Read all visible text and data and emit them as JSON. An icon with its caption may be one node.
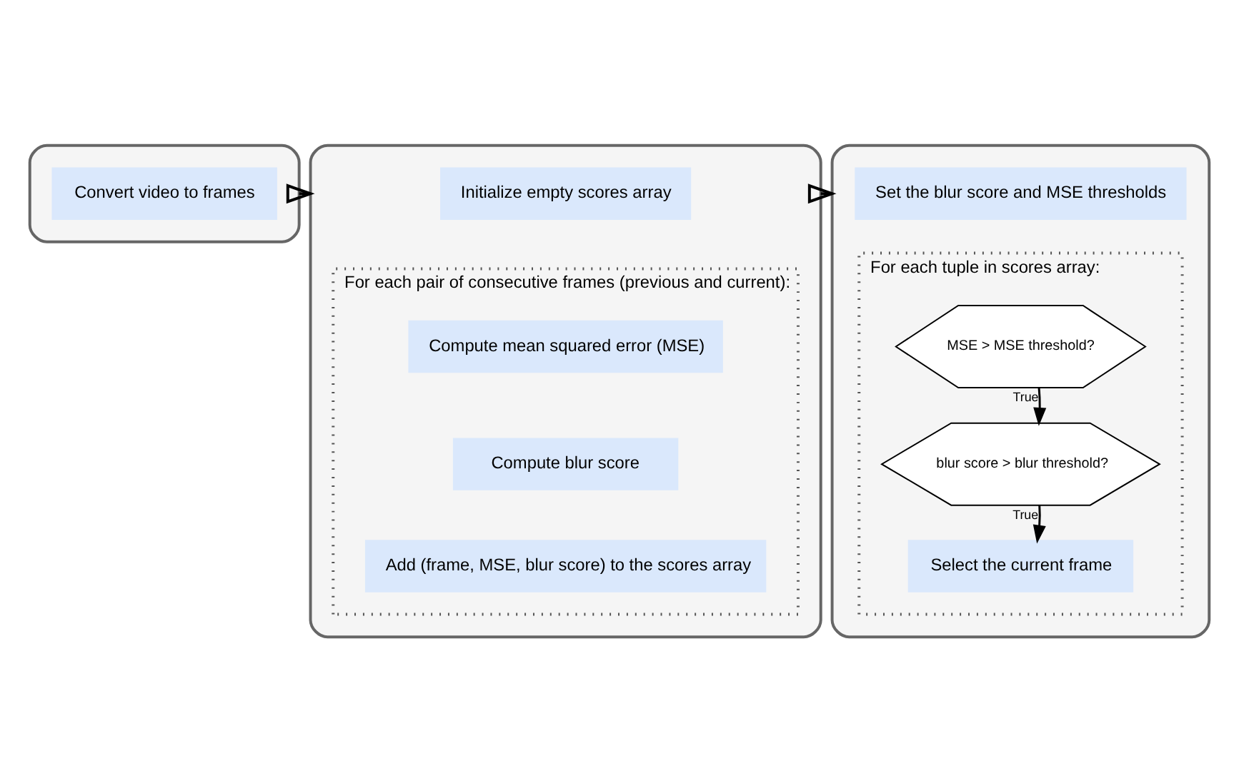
{
  "diagram": {
    "nodes": [
      {
        "text": [],
        "shape": "box"
      },
      {
        "text": [
          "Convert video to frames"
        ],
        "in": 0
      },
      {
        "text": [],
        "shape": "box"
      },
      {
        "text": [
          "Initialize empty *scores* array"
        ],
        "in": 2
      },
      {
        "text": [
          "For each pair of consecutive frames (previous and current):"
        ],
        "in": 2
      },
      {
        "text": [
          "Compute mean squared error (*MSE*)"
        ],
        "in": 4
      },
      {
        "text": [
          "Compute *blur score*"
        ],
        "in": 4
      },
      {
        "text": [
          "Add (*frame*, MSE, *blur score*) to the *scores array*"
        ],
        "in": 4
      },
      {
        "text": [],
        "shape": "box"
      },
      {
        "text": [
          "Set the *blur score* and *MSE* thresholds"
        ],
        "in": 8
      },
      {
        "text": [
          "For each tuple in *scores array*:"
        ],
        "in": 8
      },
      {
        "text": [
          "MSE > MSE threshold?"
        ],
        "in": 10
      },
      {
        "text": [
          "*blur score* > blur threshold?"
        ],
        "in": 10
      },
      {
        "text": [
          "Select the current frame"
        ],
        "in": 10
      }
    ],
    "edges": [
      {
        "from": 0,
        "to": 2,
        "arrow": "to"
      },
      {
        "from": 2,
        "to": 8,
        "arrow": "to"
      },
      {
        "from": 11,
        "to": 12,
        "arrow": "to",
        "label": "True"
      },
      {
        "from": 12,
        "to": 13,
        "arrow": "to",
        "label": "True"
      }
    ]
  }
}
